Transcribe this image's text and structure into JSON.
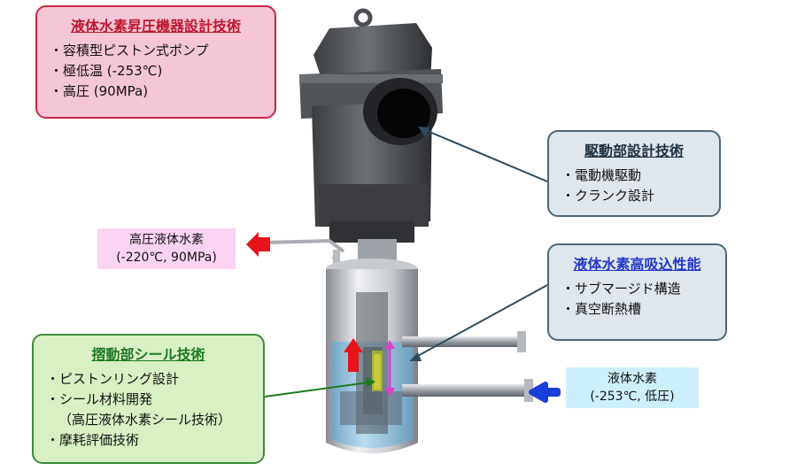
{
  "pump_box": {
    "title": "液体水素昇圧機器設計技術",
    "items": [
      "・容積型ピストン式ポンプ",
      "・極低温 (-253℃)",
      "・高圧 (90MPa)"
    ]
  },
  "drive_box": {
    "title": "駆動部設計技術",
    "items": [
      "・電動機駆動",
      "・クランク設計"
    ]
  },
  "absorb_box": {
    "title": "液体水素高吸込性能",
    "items": [
      "・サブマージド構造",
      "・真空断熱槽"
    ]
  },
  "seal_box": {
    "title": "摺動部シール技術",
    "items": [
      "・ピストンリング設計",
      "・シール材料開発",
      "（高圧液体水素シール技術）",
      "・摩耗評価技術"
    ]
  },
  "high_pressure_label": {
    "line1": "高圧液体水素",
    "line2": "(-220℃, 90MPa)"
  },
  "liquid_hydrogen_label": {
    "line1": "液体水素",
    "line2": "(-253℃, 低圧)"
  },
  "colors": {
    "outlet_arrow": "#e8141c",
    "inlet_arrow": "#1a3fd6",
    "piston_arrow": "#e040c8",
    "leader_line_navy": "#2f4a5c",
    "leader_line_green": "#1d7a21"
  }
}
